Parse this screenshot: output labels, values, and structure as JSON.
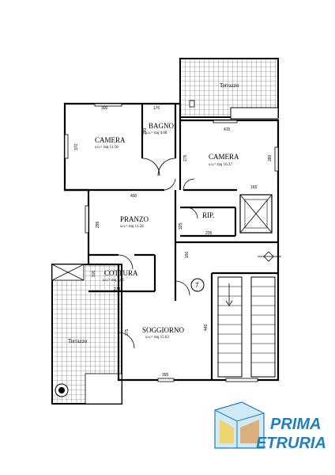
{
  "rooms": {
    "camera1": {
      "name": "CAMERA",
      "area": "s.u.= mq 11.58"
    },
    "bagno": {
      "name": "BAGNO",
      "area": "s.u.= mq 4.08"
    },
    "camera2": {
      "name": "CAMERA",
      "area": "s.u.= mq 16.37"
    },
    "pranzo": {
      "name": "PRANZO",
      "area": "s.u.= mq 11.56"
    },
    "rip": {
      "name": "RIP."
    },
    "cottura": {
      "name": "COTTURA",
      "area": "s.u.= mq 4.05"
    },
    "soggiorno": {
      "name": "SOGGIORNO",
      "area": "s.u.= mq 15.63"
    },
    "terrazzo_top": {
      "name": "Terrazzo"
    },
    "terrazzo_left": {
      "name": "Terrazzo"
    }
  },
  "dimensions": {
    "d300": "300",
    "d170": "170",
    "d280": "280",
    "d370": "370",
    "d415": "415",
    "d275": "275",
    "d280b": "280",
    "d400": "400",
    "d165": "165",
    "d295": "295",
    "d325": "325",
    "d235": "235",
    "d150": "150",
    "d100": "100",
    "d270": "270",
    "d375": "375",
    "d445": "445",
    "d395": "395"
  },
  "stair_number": "7",
  "logo": {
    "line1": "PRIMA",
    "line2": "ETRURIA"
  },
  "colors": {
    "logo": "#1f7fc0",
    "wall": "#000000",
    "tile": "#777777"
  }
}
